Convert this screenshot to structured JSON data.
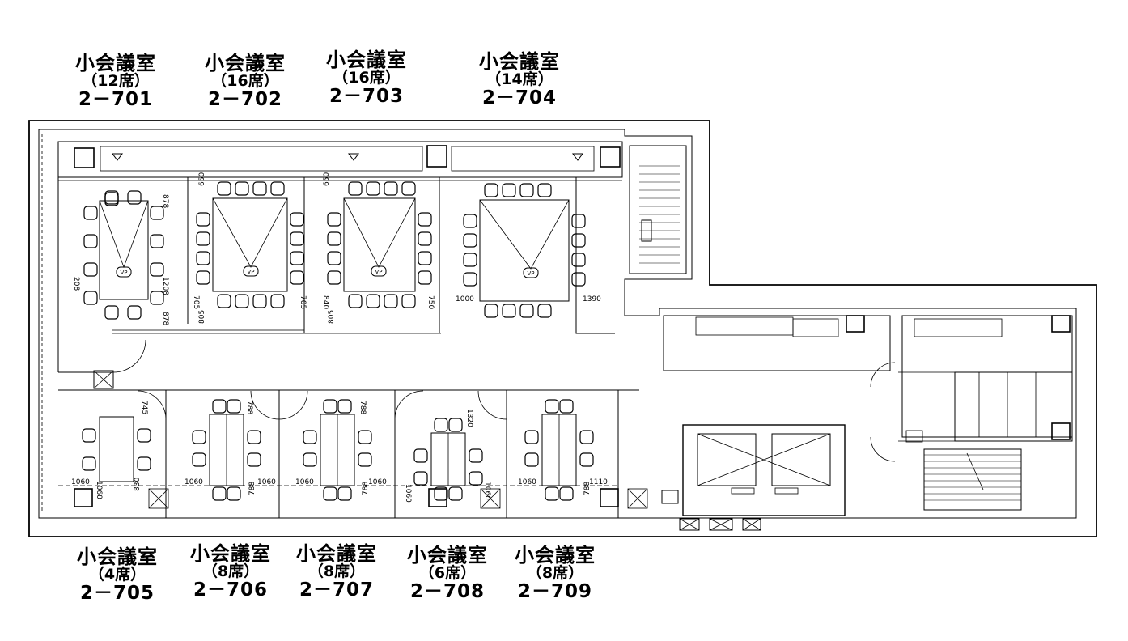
{
  "rooms_top": [
    {
      "name": "小会議室",
      "seats": "（12席）",
      "number": "2－701"
    },
    {
      "name": "小会議室",
      "seats": "（16席）",
      "number": "2－702"
    },
    {
      "name": "小会議室",
      "seats": "（16席）",
      "number": "2－703"
    },
    {
      "name": "小会議室",
      "seats": "（14席）",
      "number": "2－704"
    }
  ],
  "rooms_bottom": [
    {
      "name": "小会議室",
      "seats": "（4席）",
      "number": "2－705"
    },
    {
      "name": "小会議室",
      "seats": "（8席）",
      "number": "2－706"
    },
    {
      "name": "小会議室",
      "seats": "（8席）",
      "number": "2－707"
    },
    {
      "name": "小会議室",
      "seats": "（6席）",
      "number": "2－708"
    },
    {
      "name": "小会議室",
      "seats": "（8席）",
      "number": "2－709"
    }
  ],
  "projector_label": "VP",
  "dimensions": {
    "r701": [
      "878",
      "208",
      "1208",
      "878"
    ],
    "r702": [
      "650",
      "705",
      "805",
      "705"
    ],
    "r703": [
      "650",
      "840",
      "805",
      "750"
    ],
    "r704": [
      "1000",
      "1390"
    ],
    "r705": [
      "745",
      "1060",
      "1060",
      "830"
    ],
    "r706": [
      "1060",
      "1060",
      "788",
      "788"
    ],
    "r707": [
      "1060",
      "1060",
      "788",
      "788"
    ],
    "r708": [
      "1320",
      "1060",
      "1060"
    ],
    "r709": [
      "1060",
      "1110",
      "788"
    ]
  }
}
